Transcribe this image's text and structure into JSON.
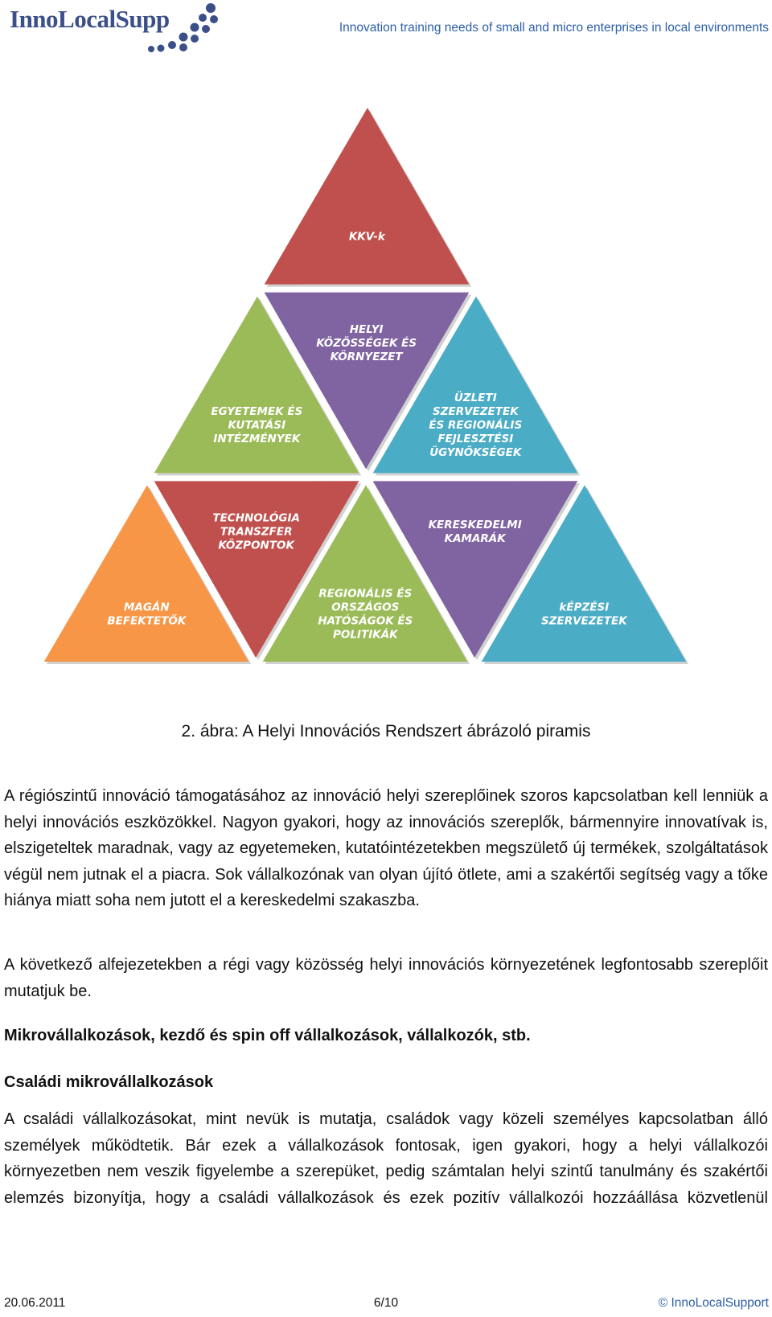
{
  "header": {
    "logo_text": "InnoLocalSupp",
    "title": "Innovation training needs of small and micro enterprises in local environments"
  },
  "pyramid": {
    "tiles": [
      {
        "lines": [
          "KKV-k"
        ],
        "color": "#c0504d"
      },
      {
        "lines": [
          "HELYI",
          "KÖZÖSSÉGEK ÉS",
          "KÖRNYEZET"
        ],
        "color": "#8064a2"
      },
      {
        "lines": [
          "EGYETEMEK ÉS",
          "KUTATÁSI",
          "INTÉZMÉNYEK"
        ],
        "color": "#9bbb59"
      },
      {
        "lines": [
          "ÜZLETI",
          "SZERVEZETEK",
          "ÉS REGIONÁLIS",
          "FEJLESZTÉSI",
          "ÜGYNÖKSÉGEK"
        ],
        "color": "#4bacc6"
      },
      {
        "lines": [
          "TECHNOLÓGIA",
          "TRANSZFER",
          "KÖZPONTOK"
        ],
        "color": "#c0504d"
      },
      {
        "lines": [
          "KERESKEDELMI",
          "KAMARÁK"
        ],
        "color": "#8064a2"
      },
      {
        "lines": [
          "MAGÁN",
          "BEFEKTETŐK"
        ],
        "color": "#f79646"
      },
      {
        "lines": [
          "REGIONÁLIS ÉS",
          "ORSZÁGOS",
          "HATÓSÁGOK ÉS",
          "POLITIKÁK"
        ],
        "color": "#9bbb59"
      },
      {
        "lines": [
          "kÉPZÉSI",
          "SZERVEZETEK"
        ],
        "color": "#4bacc6"
      }
    ]
  },
  "caption": "2. ábra: A Helyi Innovációs Rendszert ábrázoló piramis",
  "paragraph1": "A régiószintű innováció támogatásához az innováció helyi szereplőinek szoros kapcsolatban kell lenniük a helyi innovációs eszközökkel. Nagyon gyakori, hogy az innovációs szereplők, bármennyire innovatívak is, elszigeteltek maradnak, vagy az egyetemeken, kutatóintézetekben megszülető új termékek, szolgáltatások végül nem jutnak el a piacra. Sok vállalkozónak van olyan újító ötlete, ami a szakértői segítség vagy a tőke hiánya miatt soha nem jutott el a kereskedelmi szakaszba.",
  "paragraph2": "A következő alfejezetekben a régi vagy közösség helyi innovációs környezetének legfontosabb szereplőit mutatjuk be.",
  "heading1": "Mikrovállalkozások, kezdő és spin off vállalkozások, vállalkozók, stb.",
  "heading2": "Családi mikrovállalkozások",
  "paragraph3": "A családi vállalkozásokat, mint nevük is mutatja, családok vagy közeli személyes kapcsolatban álló személyek működtetik. Bár ezek a vállalkozások fontosak, igen gyakori, hogy a helyi vállalkozói környezetben nem veszik figyelembe a szerepüket, pedig számtalan helyi szintű tanulmány és szakértői elemzés bizonyítja, hogy a családi vállalkozások és ezek pozitív vállalkozói hozzáállása közvetlenül",
  "footer": {
    "date": "20.06.2011",
    "page": "6/10",
    "copyright": "© InnoLocalSupport"
  }
}
